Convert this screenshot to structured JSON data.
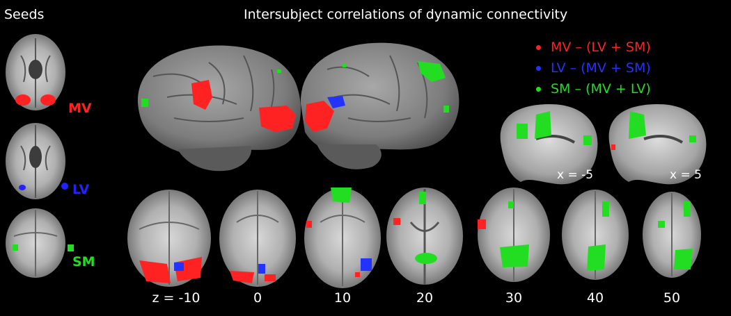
{
  "title": "Intersubject correlations of dynamic connectivity",
  "seeds": {
    "heading": "Seeds",
    "items": [
      {
        "label": "MV",
        "color": "#ff2222"
      },
      {
        "label": "LV",
        "color": "#2222ff"
      },
      {
        "label": "SM",
        "color": "#22dd22"
      }
    ]
  },
  "legend": [
    {
      "label": "MV – (LV + SM)",
      "color": "#ff2222"
    },
    {
      "label": "LV – (MV + SM)",
      "color": "#2233ff"
    },
    {
      "label": "SM – (MV + LV)",
      "color": "#22dd22"
    }
  ],
  "sagittal_labels": [
    "x = -5",
    "x = 5"
  ],
  "axial_labels": [
    "z = -10",
    "0",
    "10",
    "20",
    "30",
    "40",
    "50"
  ]
}
